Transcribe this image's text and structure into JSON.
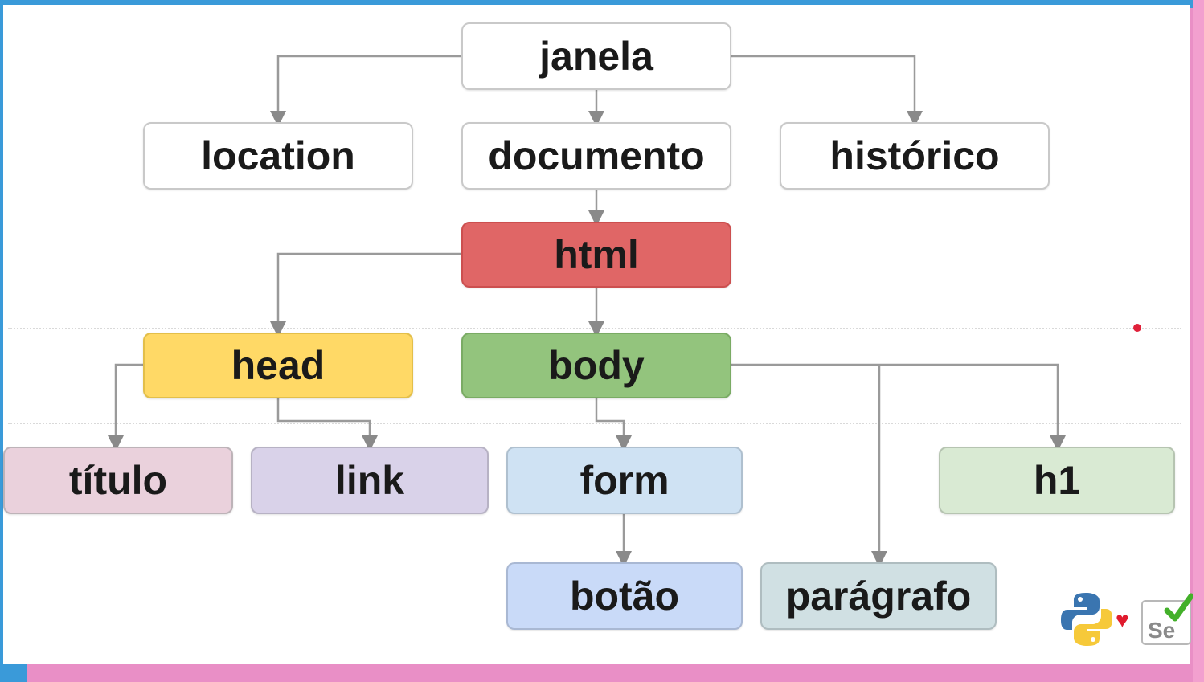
{
  "nodes": {
    "janela": "janela",
    "location": "location",
    "documento": "documento",
    "historico": "histórico",
    "html": "html",
    "head": "head",
    "body": "body",
    "titulo": "título",
    "link": "link",
    "form": "form",
    "h1": "h1",
    "botao": "botão",
    "paragrafo": "parágrafo"
  },
  "colors": {
    "html": "#e06666",
    "head": "#ffd966",
    "body": "#93c47d",
    "titulo": "#ead1dc",
    "link": "#d9d2e9",
    "form": "#cfe2f3",
    "h1": "#d9ead3",
    "botao": "#c9daf8",
    "paragrafo": "#d0e0e3"
  },
  "icons": [
    "python-logo-icon",
    "heart-icon",
    "selenium-logo-icon"
  ],
  "selenium_badge_text": "Se"
}
